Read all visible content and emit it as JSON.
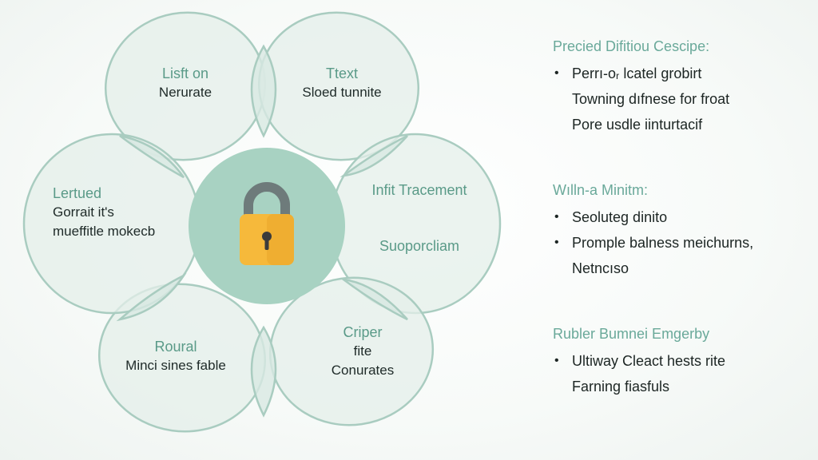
{
  "diagram": {
    "center_icon": "padlock-icon",
    "colors": {
      "petal_fill": "#e4efea",
      "petal_stroke": "#a9ccc0",
      "center_fill": "#a8d2c2",
      "lock_body": "#f6b93b",
      "lock_shackle": "#6e7b7b",
      "title_text": "#5a9a88"
    },
    "petals": [
      {
        "title": "Lisft on",
        "lines": [
          "Nerurate"
        ]
      },
      {
        "title": "Ttext",
        "lines": [
          "Sloed tunnite"
        ]
      },
      {
        "title": "Infit Tracement",
        "lines": []
      },
      {
        "title": "Suoporcliam",
        "lines": []
      },
      {
        "title": "Criper",
        "lines": [
          "fite",
          "Conurates"
        ]
      },
      {
        "title": "Roural",
        "lines": [
          "Minci sines fable"
        ]
      },
      {
        "title": "Lertued",
        "lines": [
          "Gorrait it's",
          "mueffitle mokecb"
        ]
      }
    ]
  },
  "panel": {
    "groups": [
      {
        "title": "Precied Difitiou Cescipe:",
        "items": [
          {
            "text": "Perrı-oᵣ lcatel grobirt",
            "bullet": true
          },
          {
            "text": "Towning dıfnese for froat",
            "bullet": false
          },
          {
            "text": "Pore usdle iinturtacif",
            "bullet": false
          }
        ]
      },
      {
        "title": "Wılln-a Minitm:",
        "items": [
          {
            "text": "Seoluteg dinito",
            "bullet": true
          },
          {
            "text": "Promple balness meichurns,",
            "bullet": true
          },
          {
            "text": "Netncıso",
            "bullet": false
          }
        ]
      },
      {
        "title": "Rubler Bumnei Emgerby",
        "items": [
          {
            "text": "Ultiway Cleact hests rite",
            "bullet": true
          },
          {
            "text": "Farning fiasfuls",
            "bullet": false
          }
        ]
      }
    ]
  }
}
